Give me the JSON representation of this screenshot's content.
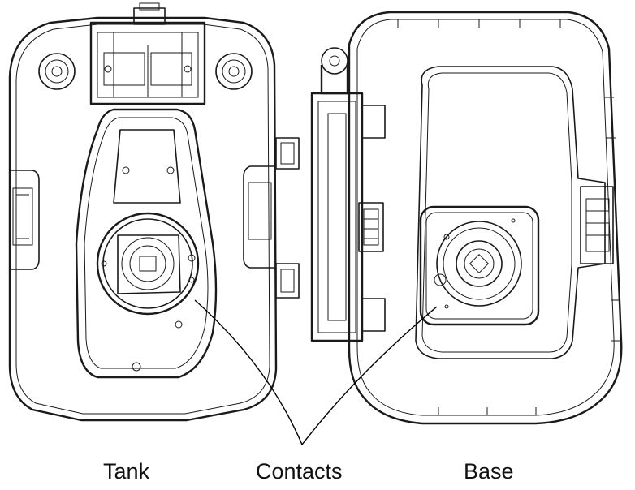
{
  "labels": {
    "tank": "Tank",
    "contacts": "Contacts",
    "base": "Base"
  },
  "colors": {
    "line": "#1a1a1a",
    "background": "#ffffff"
  }
}
